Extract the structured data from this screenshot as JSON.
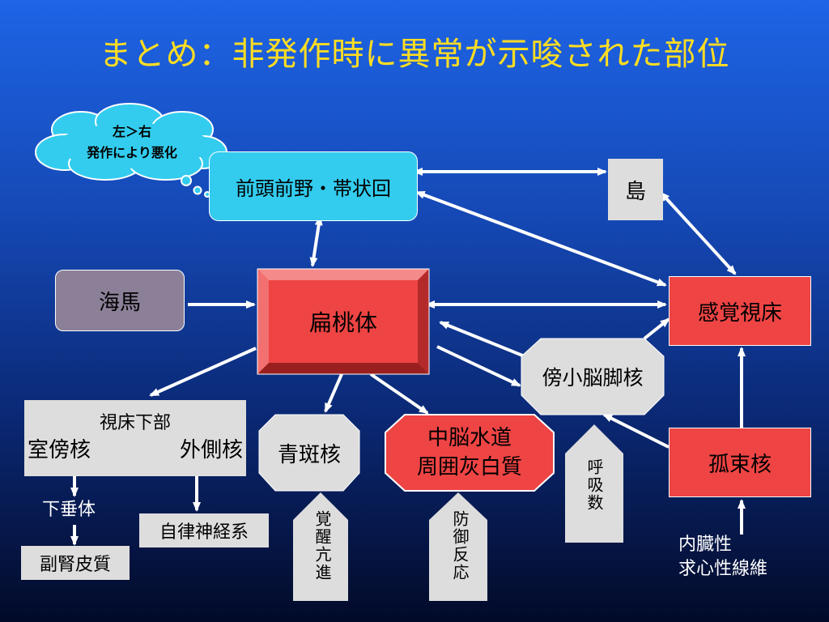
{
  "title": "まとめ：非発作時に異常が示唆された部位",
  "cloud": {
    "line1": "左＞右",
    "line2": "発作により悪化"
  },
  "nodes": {
    "frontal": "前頭前野・帯状回",
    "insula": "島",
    "hippocampus": "海馬",
    "amygdala": "扁桃体",
    "thalamus": "感覚視床",
    "parabrachial": "傍小脳脚核",
    "hypothalamus": {
      "line1": "視床下部",
      "left": "室傍核",
      "right": "外側核"
    },
    "locus": "青斑核",
    "pag": {
      "line1": "中脳水道",
      "line2": "周囲灰白質"
    },
    "nts": "孤束核",
    "pituitary": "下垂体",
    "autonomic": "自律神経系",
    "adrenal": "副腎皮質"
  },
  "outputs": {
    "respiration": "呼吸数",
    "arousal": "覚醒亢進",
    "defense": "防御反応"
  },
  "afferent": {
    "line1": "内臓性",
    "line2": "求心性線維"
  },
  "colors": {
    "title": "#ffdd22",
    "cyan_box": "#33ccee",
    "red_box": "#ee4444",
    "gray_box": "#dddddd",
    "hippocampus_box": "#8c8098",
    "arrow": "#ffffff"
  }
}
